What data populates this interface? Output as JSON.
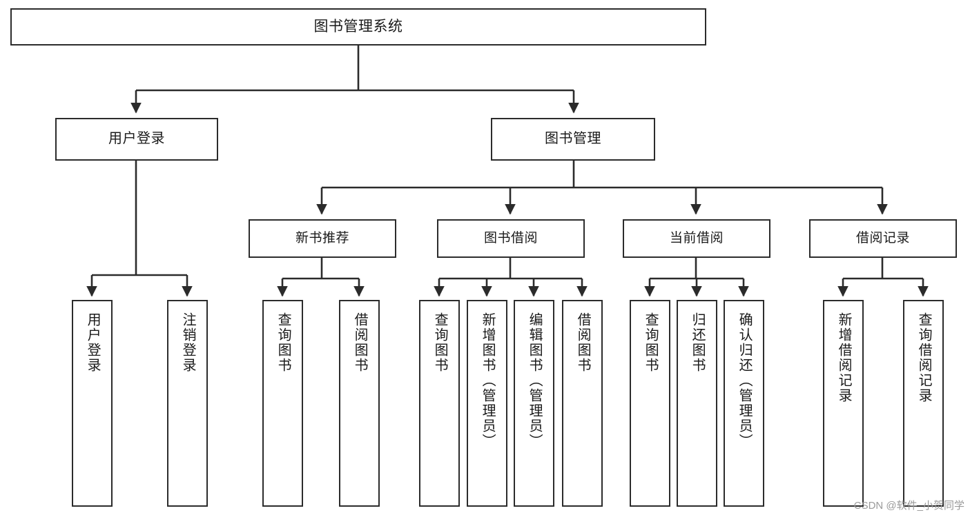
{
  "diagram": {
    "type": "tree",
    "title": "图书管理系统",
    "orientation": "top-down",
    "colors": {
      "box_border": "#2b2b2b",
      "box_fill": "#ffffff",
      "connector": "#2b2b2b",
      "text": "#1a1a1a",
      "watermark": "#9a9a9a"
    },
    "root": {
      "label": "图书管理系统"
    },
    "level1": [
      {
        "id": "user-login",
        "label": "用户登录"
      },
      {
        "id": "book-manage",
        "label": "图书管理"
      }
    ],
    "level2": [
      {
        "id": "new-book-recommend",
        "label": "新书推荐",
        "parent": "book-manage"
      },
      {
        "id": "book-borrow",
        "label": "图书借阅",
        "parent": "book-manage"
      },
      {
        "id": "current-borrow",
        "label": "当前借阅",
        "parent": "book-manage"
      },
      {
        "id": "borrow-record",
        "label": "借阅记录",
        "parent": "book-manage"
      }
    ],
    "leaves": [
      {
        "id": "leaf-user-login",
        "label": "用户登录",
        "parent": "user-login"
      },
      {
        "id": "leaf-logout-login",
        "label": "注销登录",
        "parent": "user-login"
      },
      {
        "id": "leaf-query-book-1",
        "label": "查询图书",
        "parent": "new-book-recommend"
      },
      {
        "id": "leaf-borrow-book-1",
        "label": "借阅图书",
        "parent": "new-book-recommend"
      },
      {
        "id": "leaf-query-book-2",
        "label": "查询图书",
        "parent": "book-borrow"
      },
      {
        "id": "leaf-add-book",
        "label": "新增图书（管理员）",
        "parent": "book-borrow"
      },
      {
        "id": "leaf-edit-book",
        "label": "编辑图书（管理员）",
        "parent": "book-borrow"
      },
      {
        "id": "leaf-borrow-book-2",
        "label": "借阅图书",
        "parent": "book-borrow"
      },
      {
        "id": "leaf-query-book-3",
        "label": "查询图书",
        "parent": "current-borrow"
      },
      {
        "id": "leaf-return-book",
        "label": "归还图书",
        "parent": "current-borrow"
      },
      {
        "id": "leaf-confirm-return",
        "label": "确认归还（管理员）",
        "parent": "current-borrow"
      },
      {
        "id": "leaf-add-record",
        "label": "新增借阅记录",
        "parent": "borrow-record"
      },
      {
        "id": "leaf-query-record",
        "label": "查询借阅记录",
        "parent": "borrow-record"
      }
    ]
  },
  "watermark": {
    "text": "CSDN @软件_小贺同学"
  }
}
